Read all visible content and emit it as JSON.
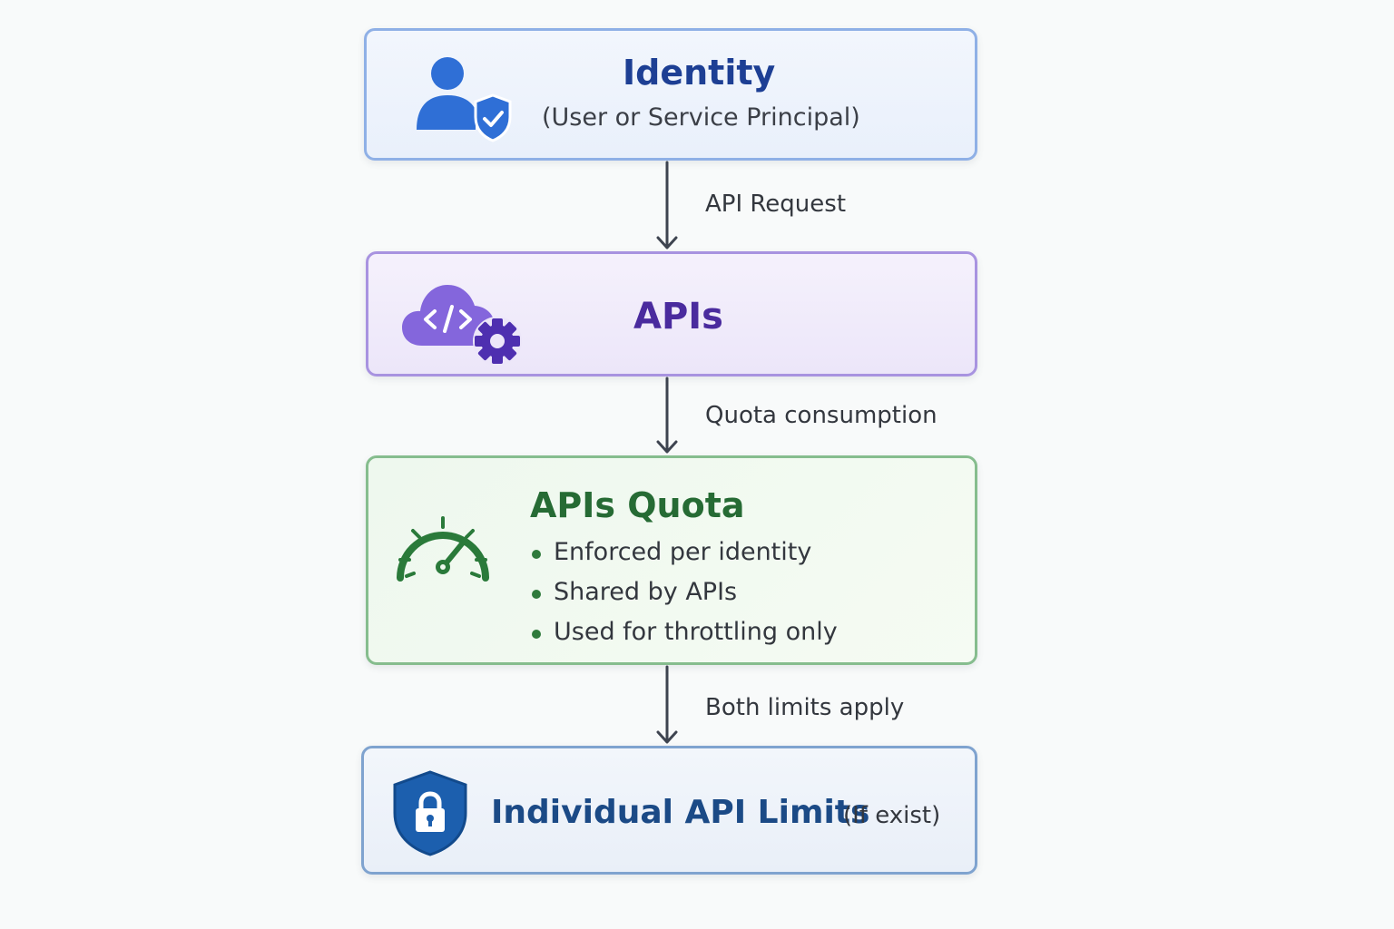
{
  "identity": {
    "title": "Identity",
    "subtitle": "(User or Service Principal)",
    "icon": "user-shield-icon"
  },
  "apis": {
    "title": "APIs",
    "icon": "cloud-code-gear-icon"
  },
  "quota": {
    "title": "APIs Quota",
    "icon": "gauge-icon",
    "bullets": [
      "Enforced per identity",
      "Shared by APIs",
      "Used for throttling only"
    ]
  },
  "limits": {
    "title": "Individual API Limits",
    "note": "(If exist)",
    "icon": "shield-lock-icon"
  },
  "edges": {
    "request": "API Request",
    "quota": "Quota consumption",
    "limits": "Both limits apply"
  },
  "colors": {
    "identity_accent": "#1d3f94",
    "apis_accent": "#4a2b9e",
    "quota_accent": "#266b34",
    "limits_accent": "#1b4a86",
    "arrow": "#3e4450"
  }
}
